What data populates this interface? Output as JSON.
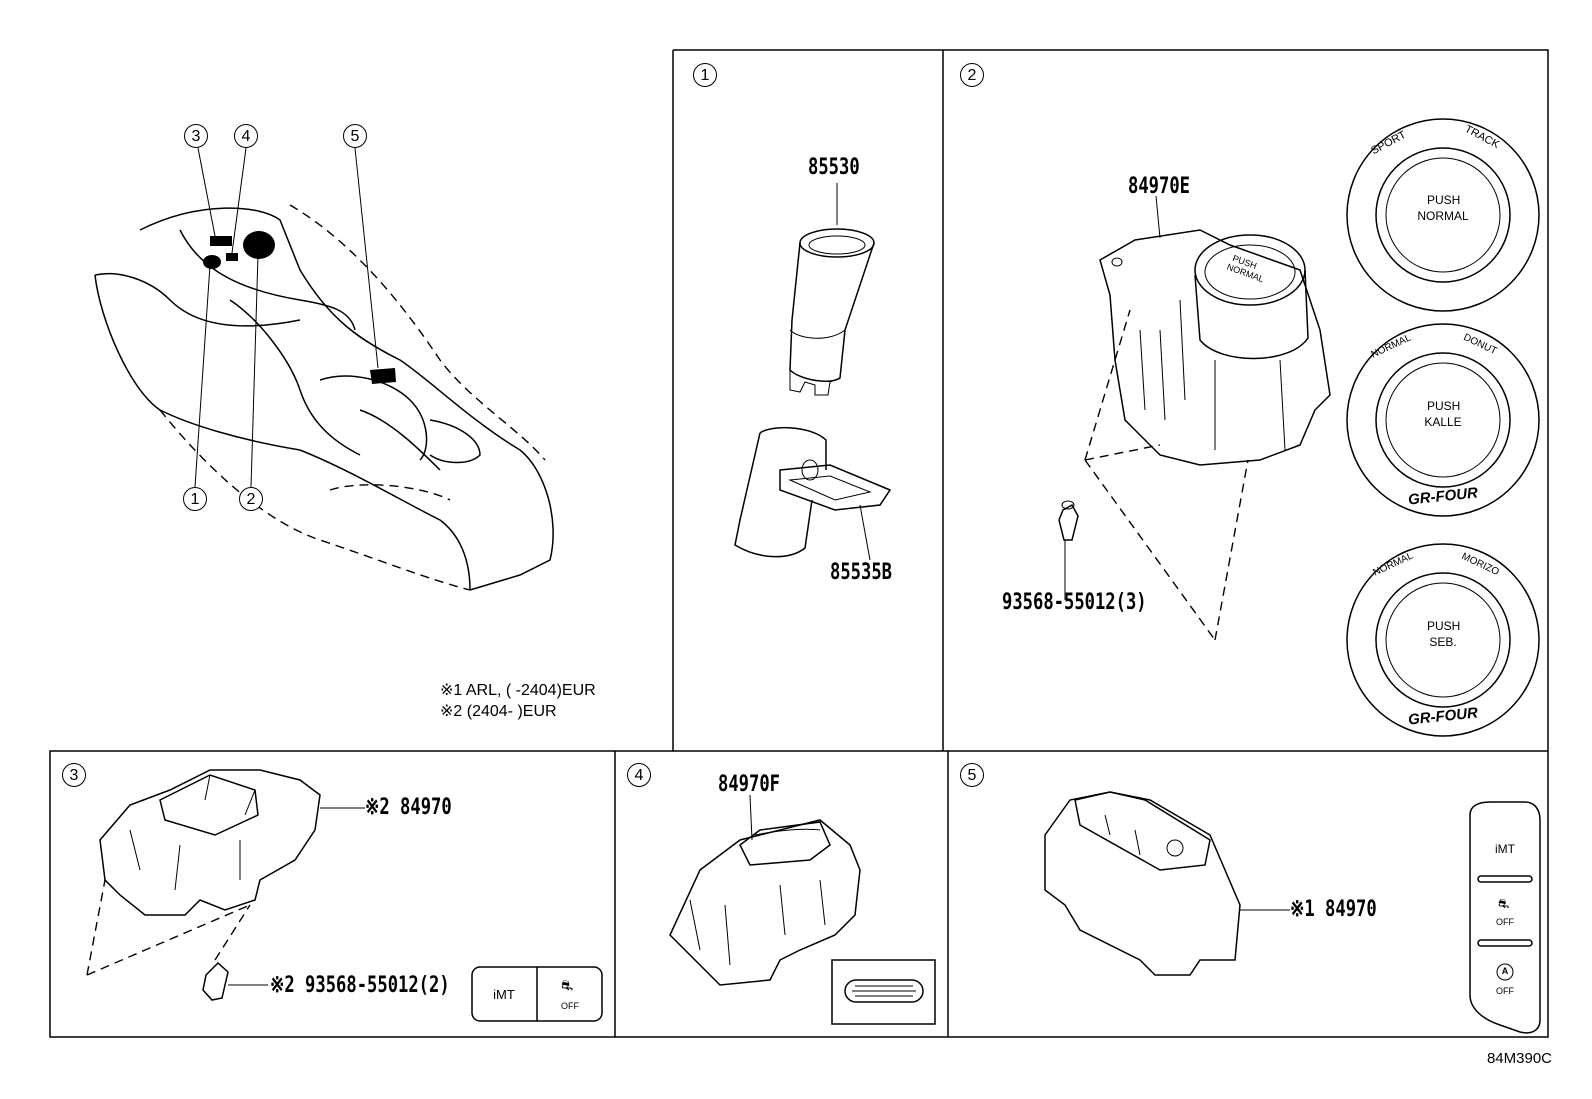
{
  "overview": {
    "callouts": [
      "1",
      "2",
      "3",
      "4",
      "5"
    ],
    "notes": [
      "※1 ARL, (        -2404)EUR",
      "※2 (2404-        )EUR"
    ]
  },
  "panels": [
    {
      "id": "1",
      "parts": [
        "85530",
        "85535B"
      ]
    },
    {
      "id": "2",
      "parts": [
        "84970E",
        "93568-55012(3)"
      ],
      "knobs": [
        {
          "ring_left": "SPORT",
          "ring_right": "TRACK",
          "center_top": "PUSH",
          "center_bottom": "NORMAL",
          "badge": ""
        },
        {
          "ring_left": "NORMAL",
          "ring_right": "DONUT",
          "center_top": "PUSH",
          "center_bottom": "KALLE",
          "badge": "GR-FOUR"
        },
        {
          "ring_left": "NORMAL",
          "ring_right": "MORIZO",
          "center_top": "PUSH",
          "center_bottom": "SEB.",
          "badge": "GR-FOUR"
        }
      ],
      "switch_face": [
        "PUSH",
        "NORMAL"
      ]
    },
    {
      "id": "3",
      "parts": [
        "※2 84970",
        "※2 93568-55012(2)"
      ],
      "buttons": [
        "iMT",
        "OFF"
      ]
    },
    {
      "id": "4",
      "parts": [
        "84970F"
      ]
    },
    {
      "id": "5",
      "parts": [
        "※1 84970"
      ],
      "buttons": [
        "iMT",
        "OFF",
        "OFF"
      ],
      "icon_labels": [
        "A"
      ]
    }
  ],
  "diagram_ref": "84M390C"
}
